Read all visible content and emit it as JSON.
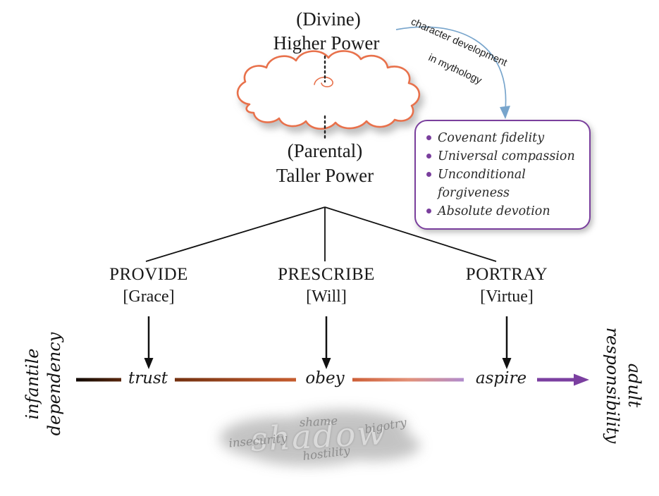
{
  "header": {
    "divine": "(Divine)",
    "higher_power": "Higher Power",
    "parental": "(Parental)",
    "taller_power": "Taller Power"
  },
  "annotation": {
    "line1": "character development",
    "line2": "in mythology"
  },
  "attributes_box": {
    "items": [
      "Covenant fidelity",
      "Universal compassion",
      "Unconditional forgiveness",
      "Absolute devotion"
    ]
  },
  "branches": [
    {
      "title": "PROVIDE",
      "subtitle": "[Grace]",
      "word": "trust"
    },
    {
      "title": "PRESCRIBE",
      "subtitle": "[Will]",
      "word": "obey"
    },
    {
      "title": "PORTRAY",
      "subtitle": "[Virtue]",
      "word": "aspire"
    }
  ],
  "axis": {
    "left_line1": "infantile",
    "left_line2": "dependency",
    "right_line1": "adult",
    "right_line2": "responsibility"
  },
  "shadow_cloud": {
    "main": "shadow",
    "words": [
      "shame",
      "bigotry",
      "insecurity",
      "hostility"
    ]
  },
  "colors": {
    "cloud_stroke": "#e8714b",
    "box_border": "#7a3f9d",
    "annotation_arrow": "#78a5cc",
    "axis_dark": "#1a0d05",
    "axis_brown": "#b5552c",
    "axis_purple": "#7b3fa0",
    "shadow_gray": "#b5b5b5"
  }
}
